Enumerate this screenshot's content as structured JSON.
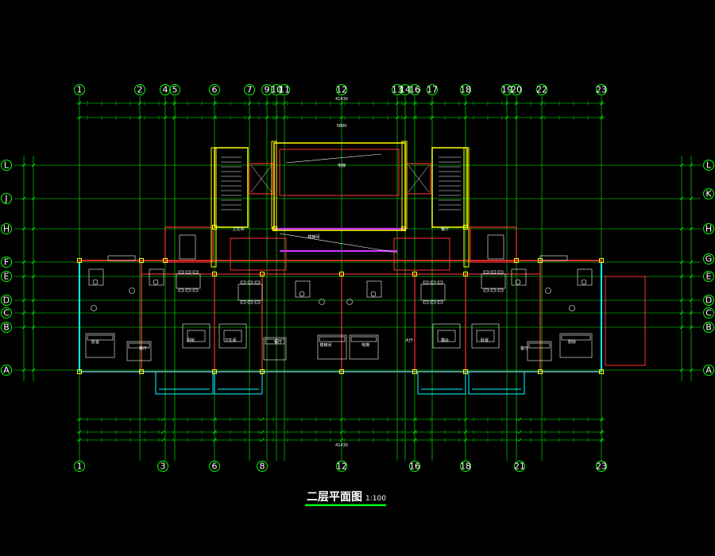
{
  "colors": {
    "background": "#000000",
    "axis": "#00ff00",
    "wall": "#ff3333",
    "column": "#ffff00",
    "window": "#00ffff",
    "furniture": "#ffffff",
    "accent": "#cc33ff"
  },
  "grid": {
    "top_labels": [
      "1",
      "2",
      "4",
      "5",
      "6",
      "7",
      "9",
      "10",
      "11",
      "12",
      "13",
      "14",
      "16",
      "17",
      "18",
      "19",
      "20",
      "22",
      "23"
    ],
    "bottom_labels": [
      "1",
      "3",
      "6",
      "8",
      "12",
      "16",
      "18",
      "21",
      "23"
    ],
    "left_labels": [
      "L",
      "J",
      "H",
      "F",
      "E",
      "D",
      "C",
      "B",
      "A"
    ],
    "right_labels": [
      "L",
      "K",
      "H",
      "G",
      "E",
      "D",
      "C",
      "B",
      "A"
    ]
  },
  "dimensions": {
    "top_overall": "41430",
    "bottom_overall": "41430",
    "top_mid": "5800"
  },
  "rooms": [
    "卧室",
    "客厅",
    "厨房",
    "卫生间",
    "餐厅",
    "楼梯间",
    "电梯",
    "大厅",
    "露台"
  ],
  "drawing": {
    "title": "二层平面图",
    "scale": "1:100"
  }
}
